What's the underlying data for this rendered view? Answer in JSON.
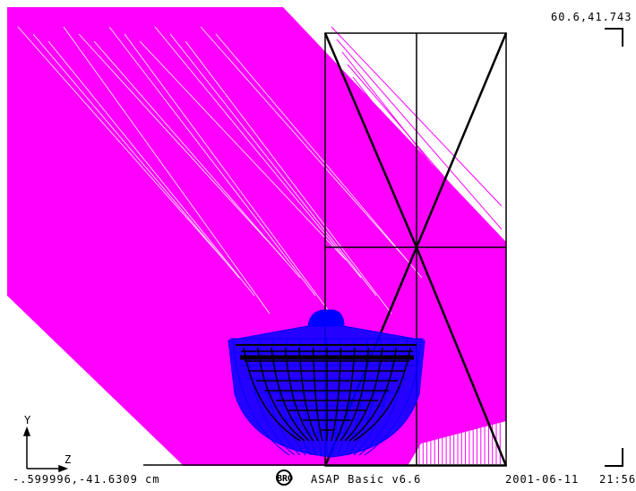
{
  "view": {
    "corner_top_right": "60.6,41.743",
    "corner_bottom_left": "-.599996,-41.6309 cm",
    "app_label": "ASAP Basic v6.6",
    "date": "2001-06-11",
    "time": "21:56",
    "logo_text": "BRO",
    "axis_y_label": "Y",
    "axis_z_label": "Z"
  },
  "colors": {
    "rays": "#ff00ff",
    "mesh_blue": "#0000ff",
    "mesh_black": "#000000",
    "background": "#ffffff"
  }
}
